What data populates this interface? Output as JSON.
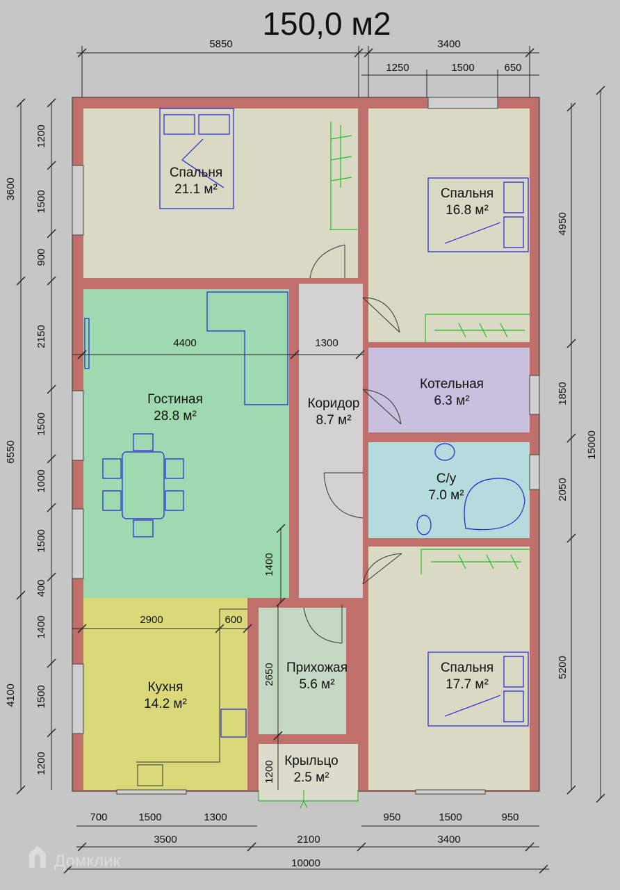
{
  "title": "150,0 м2",
  "watermark": "Домклик",
  "colors": {
    "background": "#c6c6c6",
    "wall": "#c0706a",
    "bedroom": "#d9d9c4",
    "living": "#9fd9b0",
    "kitchen": "#d9d97a",
    "boiler": "#c8c0dc",
    "bathroom": "#b4dcdc",
    "corridor": "#d2d2d2",
    "hall": "#c4d8c4",
    "porch": "#dcdccc",
    "furniture": "#2020e0",
    "wardrobe": "#20c020"
  },
  "rooms": [
    {
      "name": "Спальня",
      "area": "21.1 м²"
    },
    {
      "name": "Спальня",
      "area": "16.8 м²"
    },
    {
      "name": "Гостиная",
      "area": "28.8 м²"
    },
    {
      "name": "Коридор",
      "area": "8.7 м²"
    },
    {
      "name": "Котельная",
      "area": "6.3 м²"
    },
    {
      "name": "С/у",
      "area": "7.0 м²"
    },
    {
      "name": "Кухня",
      "area": "14.2 м²"
    },
    {
      "name": "Прихожая",
      "area": "5.6 м²"
    },
    {
      "name": "Крыльцо",
      "area": "2.5 м²"
    },
    {
      "name": "Спальня",
      "area": "17.7 м²"
    }
  ],
  "dimensions": {
    "top": [
      "5850",
      "3400",
      "1250",
      "1500",
      "650"
    ],
    "left_outer": [
      "3600",
      "6550",
      "4100"
    ],
    "left_inner": [
      "1200",
      "1500",
      "900",
      "2150",
      "1500",
      "1000",
      "1500",
      "400",
      "1400",
      "1500",
      "1200"
    ],
    "right": [
      "4950",
      "1850",
      "2050",
      "5200",
      "15000"
    ],
    "bottom": [
      "700",
      "1500",
      "1300",
      "3500",
      "2100",
      "950",
      "1500",
      "950",
      "3400",
      "10000"
    ],
    "interior": [
      "4400",
      "1300",
      "1400",
      "2900",
      "600",
      "2650",
      "1200"
    ]
  }
}
